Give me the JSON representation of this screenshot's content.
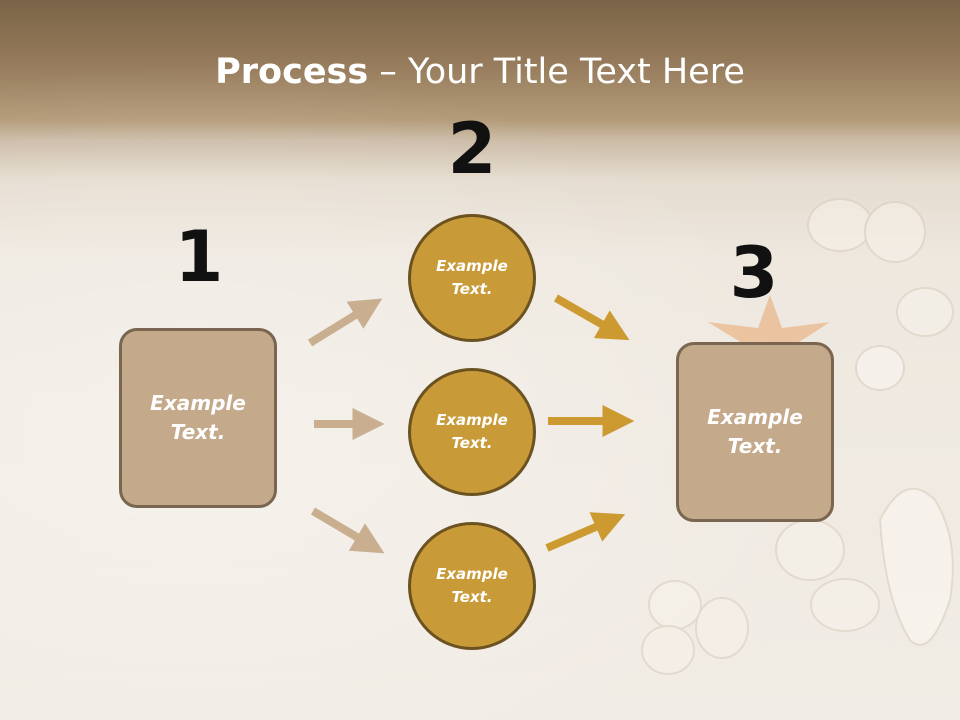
{
  "title": {
    "bold": "Process",
    "rest": " – Your Title Text Here"
  },
  "steps": {
    "one": "1",
    "two": "2",
    "three": "3"
  },
  "nodes": {
    "left_box": "Example\nText.",
    "circle_top": "Example\nText.",
    "circle_middle": "Example\nText.",
    "circle_bottom": "Example\nText.",
    "right_box": "Example\nText."
  },
  "colors": {
    "box_fill": "#c4a98a",
    "circle_fill": "#c99a38",
    "left_arrows": "#c9ae90",
    "right_arrows": "#cc9a30"
  }
}
